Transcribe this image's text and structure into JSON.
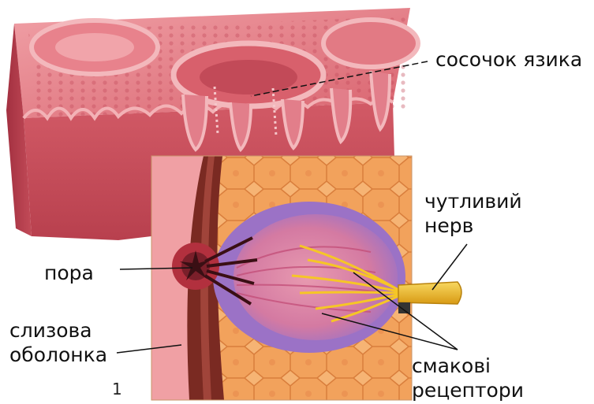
{
  "labels": {
    "papilla": "сосочок язика",
    "nerve_line1": "чутливий",
    "nerve_line2": "нерв",
    "pore": "пора",
    "mucosa_line1": "слизова",
    "mucosa_line2": "оболонка",
    "receptors_line1": "смакові",
    "receptors_line2": "рецептори"
  },
  "figure_number": "1",
  "colors": {
    "tissue_pink": "#e1707a",
    "tissue_dark": "#b63c4c",
    "cell_orange": "#f2a25c",
    "bud_purple": "#9b72c6",
    "nerve_yellow": "#f2c02c",
    "mucosa_brown": "#7a2a22"
  }
}
